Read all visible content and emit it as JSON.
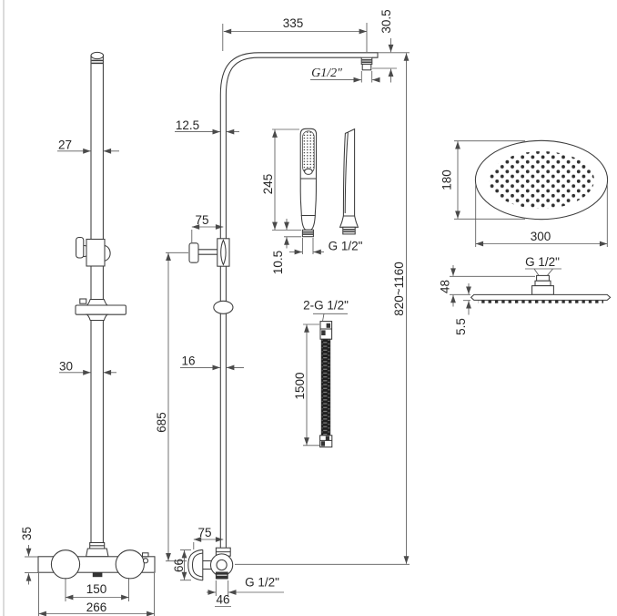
{
  "meta": {
    "background_color": "#ffffff",
    "object_line_color": "#3c3c3c",
    "dimension_line_color": "#5a5a5a",
    "text_color": "#262626"
  },
  "rail_front": {
    "bar_diameter": "27",
    "lower_bar_diameter": "30",
    "valve_body_height": "35",
    "inlet_spacing": "150",
    "valve_body_width": "266"
  },
  "riser_side": {
    "arm_length": "335",
    "arm_end_height": "30.5",
    "arm_thread": "G1/2″",
    "pipe_diameter": "12.5",
    "bracket_offset": "75",
    "pipe_length": "685",
    "lower_pipe_diameter": "16",
    "overall_height": "820~1160",
    "valve_offset": "75",
    "flange_height": "66",
    "outlet_thread": "G 1/2\"",
    "outlet_width": "46"
  },
  "handshower": {
    "length": "245",
    "fitting_height": "10.5",
    "thread": "G 1/2\""
  },
  "hose": {
    "thread_label": "2-G 1/2\"",
    "length": "1500"
  },
  "head_top": {
    "width": "180",
    "length": "300"
  },
  "head_side": {
    "thread": "G 1/2\"",
    "connector_height": "48",
    "plate_thickness": "5.5"
  }
}
